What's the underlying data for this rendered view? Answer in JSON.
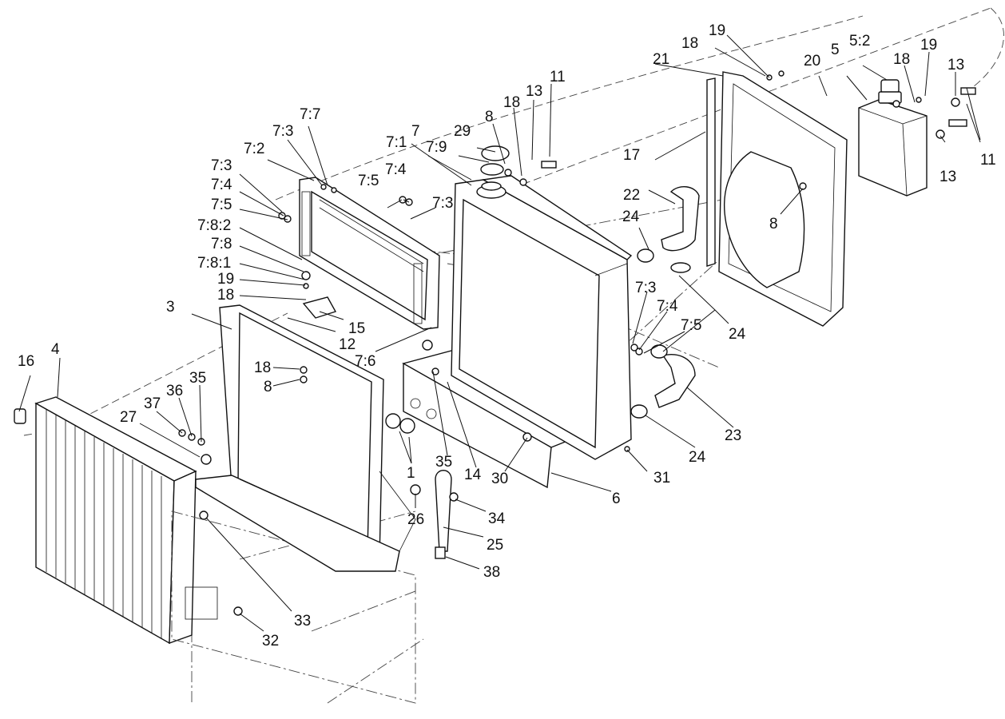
{
  "callouts": [
    {
      "label": "19"
    },
    {
      "label": "18"
    },
    {
      "label": "21"
    },
    {
      "label": "20"
    },
    {
      "label": "5"
    },
    {
      "label": "5:2"
    },
    {
      "label": "18"
    },
    {
      "label": "19"
    },
    {
      "label": "13"
    },
    {
      "label": "11"
    },
    {
      "label": "13"
    },
    {
      "label": "11"
    },
    {
      "label": "13"
    },
    {
      "label": "18"
    },
    {
      "label": "8"
    },
    {
      "label": "29"
    },
    {
      "label": "7:1"
    },
    {
      "label": "7"
    },
    {
      "label": "7:9"
    },
    {
      "label": "17"
    },
    {
      "label": "22"
    },
    {
      "label": "24"
    },
    {
      "label": "8"
    },
    {
      "label": "7:7"
    },
    {
      "label": "7:3"
    },
    {
      "label": "7:2"
    },
    {
      "label": "7:3"
    },
    {
      "label": "7:4"
    },
    {
      "label": "7:5"
    },
    {
      "label": "7:8:2"
    },
    {
      "label": "7:8"
    },
    {
      "label": "7:8:1"
    },
    {
      "label": "19"
    },
    {
      "label": "18"
    },
    {
      "label": "7:5"
    },
    {
      "label": "7:4"
    },
    {
      "label": "7:3"
    },
    {
      "label": "15"
    },
    {
      "label": "12"
    },
    {
      "label": "7:6"
    },
    {
      "label": "7:3"
    },
    {
      "label": "7:4"
    },
    {
      "label": "7:5"
    },
    {
      "label": "24"
    },
    {
      "label": "3"
    },
    {
      "label": "4"
    },
    {
      "label": "16"
    },
    {
      "label": "18"
    },
    {
      "label": "8"
    },
    {
      "label": "35"
    },
    {
      "label": "36"
    },
    {
      "label": "37"
    },
    {
      "label": "27"
    },
    {
      "label": "23"
    },
    {
      "label": "24"
    },
    {
      "label": "1"
    },
    {
      "label": "35"
    },
    {
      "label": "14"
    },
    {
      "label": "30"
    },
    {
      "label": "31"
    },
    {
      "label": "6"
    },
    {
      "label": "26"
    },
    {
      "label": "34"
    },
    {
      "label": "25"
    },
    {
      "label": "38"
    },
    {
      "label": "33"
    },
    {
      "label": "32"
    }
  ]
}
